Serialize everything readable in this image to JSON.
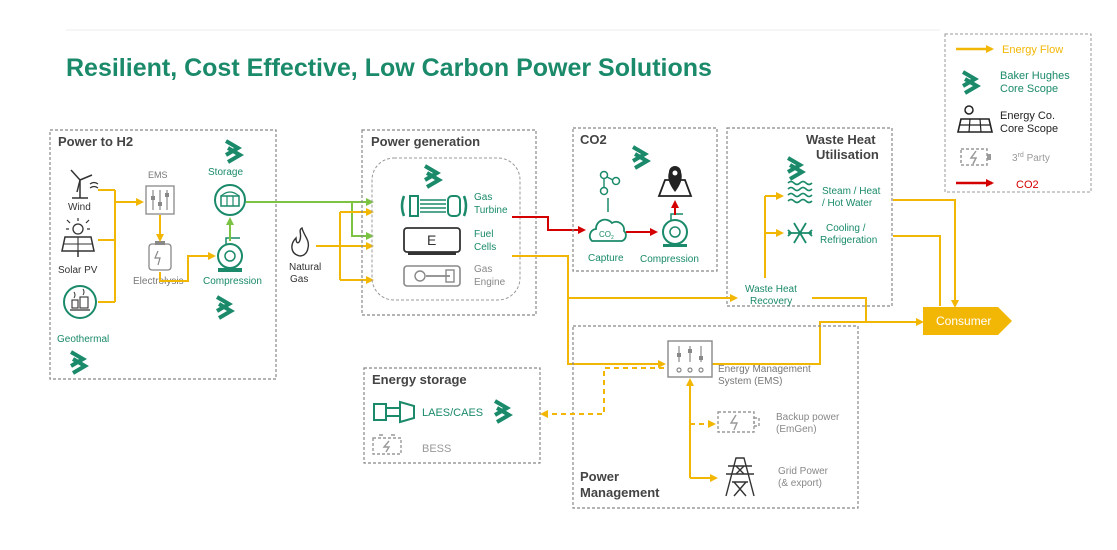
{
  "title": "Resilient, Cost Effective, Low Carbon Power Solutions",
  "colors": {
    "teal": "#1a8a6a",
    "energy_flow": "#f2b705",
    "co2": "#d40000",
    "green_flow": "#7cc243",
    "gray": "#9a9a9a",
    "dark": "#333333",
    "consumer": "#f2b705"
  },
  "legend": {
    "energy_flow": "Energy Flow",
    "bh_scope_1": "Baker Hughes",
    "bh_scope_2": "Core Scope",
    "energy_co_1": "Energy Co.",
    "energy_co_2": "Core Scope",
    "third_party_prefix": "3",
    "third_party_sup": "rd",
    "third_party_suffix": " Party",
    "co2": "CO2"
  },
  "power_to_h2": {
    "title": "Power to H2",
    "wind": "Wind",
    "solar": "Solar PV",
    "geothermal": "Geothermal",
    "ems": "EMS",
    "electrolysis": "Electrolysis",
    "storage": "Storage",
    "compression": "Compression"
  },
  "natural_gas_1": "Natural",
  "natural_gas_2": "Gas",
  "power_generation": {
    "title": "Power generation",
    "gas_turbine_1": "Gas",
    "gas_turbine_2": "Turbine",
    "fuel_cells_1": "Fuel",
    "fuel_cells_2": "Cells",
    "fuel_cell_letter": "E",
    "gas_engine_1": "Gas",
    "gas_engine_2": "Engine"
  },
  "co2_box": {
    "title": "CO2",
    "capture": "Capture",
    "compression": "Compression",
    "co2_glyph": "CO",
    "co2_sub": "2"
  },
  "waste_heat": {
    "title_1": "Waste Heat",
    "title_2": "Utilisation",
    "steam_1": "Steam / Heat",
    "steam_2": "/ Hot Water",
    "cooling_1": "Cooling /",
    "cooling_2": "Refrigeration",
    "recovery_1": "Waste Heat",
    "recovery_2": "Recovery"
  },
  "consumer": "Consumer",
  "energy_storage": {
    "title": "Energy storage",
    "laes": "LAES/CAES",
    "bess": "BESS"
  },
  "power_management": {
    "title_1": "Power",
    "title_2": "Management",
    "ems_1": "Energy Management",
    "ems_2": "System (EMS)",
    "backup_1": "Backup power",
    "backup_2": "(EmGen)",
    "grid_1": "Grid Power",
    "grid_2": "(& export)"
  }
}
